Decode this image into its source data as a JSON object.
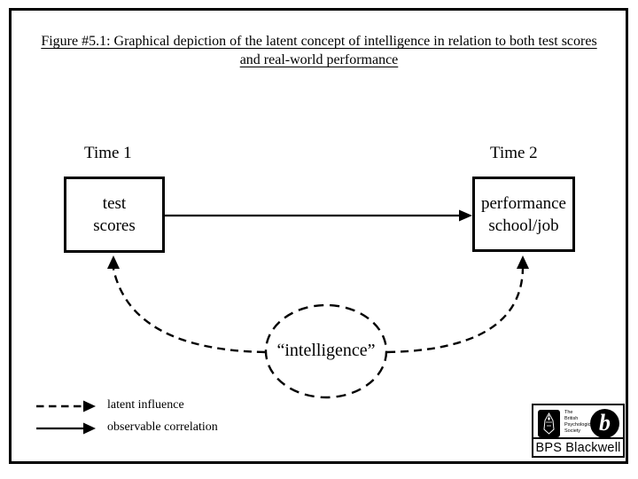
{
  "title": {
    "line1": "Figure #5.1: Graphical depiction of the latent concept of intelligence in relation to both test scores",
    "line2": "and real-world performance"
  },
  "nodes": {
    "time1": "Time 1",
    "time2": "Time 2",
    "test_scores": "test scores",
    "performance": "performance school/job",
    "intelligence": "“intelligence”"
  },
  "legend": {
    "latent": "latent influence",
    "observable": "observable correlation"
  },
  "logo": {
    "society_line1": "The",
    "society_line2": "British",
    "society_line3": "Psychological",
    "society_line4": "Society",
    "letter": "b",
    "brand": "BPS Blackwell"
  },
  "colors": {
    "ink": "#000000",
    "paper": "#ffffff"
  }
}
